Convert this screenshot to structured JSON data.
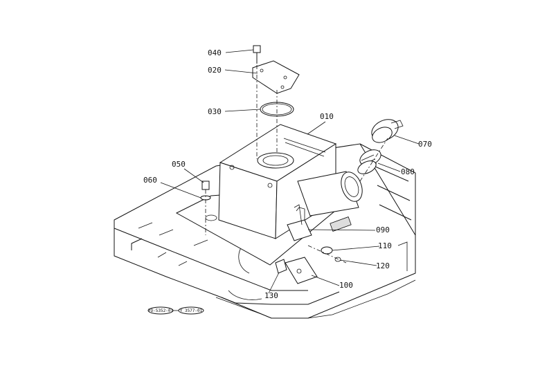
{
  "callouts": {
    "p010": "010",
    "p020": "020",
    "p030": "030",
    "p040": "040",
    "p050": "050",
    "p060": "060",
    "p070": "070",
    "p080": "080",
    "p090": "090",
    "p100": "100",
    "p110": "110",
    "p120": "120",
    "p130": "130"
  },
  "ref_codes": {
    "left": "YO-5352-01",
    "right": "Y 3577-01"
  }
}
